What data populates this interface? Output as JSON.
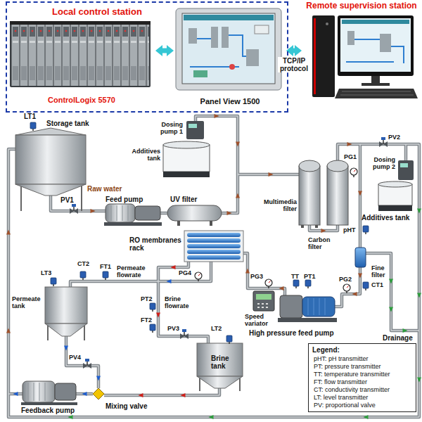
{
  "diagram": {
    "nodes": [
      {
        "text": [
          "Local control station"
        ]
      },
      {
        "text": [
          "ControlLogix 5570"
        ],
        "in": 0
      },
      {
        "text": [
          "Panel View 1500"
        ],
        "in": 0
      },
      {
        "text": [
          "Remote supervision station"
        ]
      }
    ],
    "edges": [
      {
        "from": 1,
        "to": 2,
        "arrow": "both"
      },
      {
        "from": 2,
        "to": 3,
        "arrow": "both",
        "label": "TCP/IP protocol"
      }
    ],
    "labels": [
      "LT1",
      "Storage tank",
      "Raw water",
      "PV1",
      "Feed pump",
      "UV filter",
      "Dosing pump 1",
      "Additives tank",
      "Multimedia filter",
      "PG1",
      "PV2",
      "Dosing pump 2",
      "Additives tank",
      "pHT",
      "Carbon filter",
      "Fine filter",
      "CT1",
      "PG2",
      "RO membranes rack",
      "CT2",
      "FT1",
      "Permeate flowrate",
      "PG4",
      "PG3",
      "TT",
      "PT1",
      "LT3",
      "Permeate tank",
      "PT2",
      "Brine flowrate",
      "FT2",
      "PV3",
      "LT2",
      "Brine tank",
      "Speed variator",
      "High pressure feed pump",
      "Drainage",
      "PV4",
      "Feedback pump",
      "Mixing valve",
      "Legend:"
    ],
    "legend": [
      {
        "text": "pHT: pH transmitter"
      },
      {
        "text": "PT: pressure transmitter"
      },
      {
        "text": "TT: temperature transmitter"
      },
      {
        "text": "FT: flow transmitter"
      },
      {
        "text": "CT: conductivity transmitter"
      },
      {
        "text": "LT: level transmitter"
      },
      {
        "text": "PV: proportional valve"
      }
    ]
  }
}
